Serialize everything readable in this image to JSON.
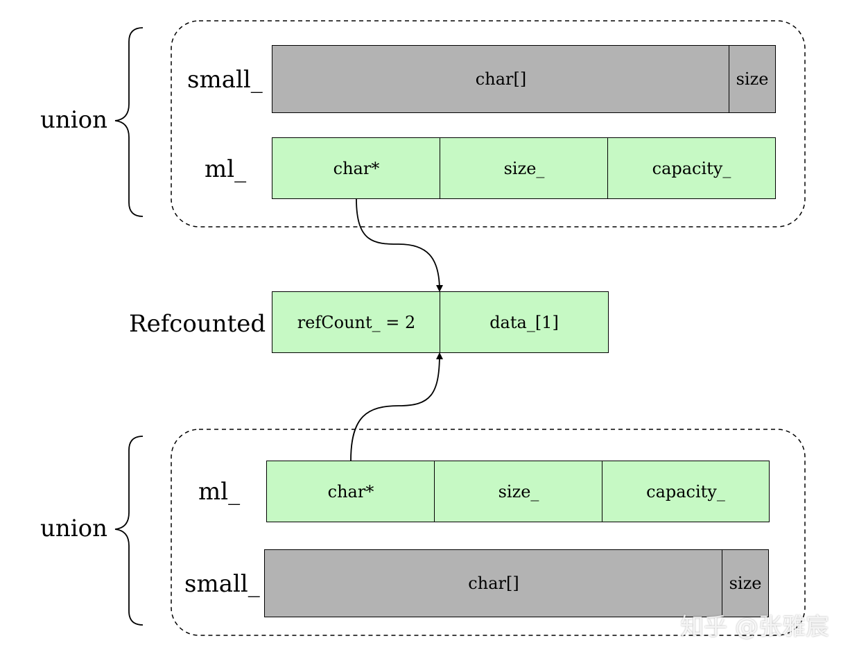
{
  "top": {
    "union_label": "union",
    "small_label": "small_",
    "ml_label": "ml_",
    "small_cells": [
      "char[]",
      "size"
    ],
    "ml_cells": [
      "char*",
      "size_",
      "capacity_"
    ]
  },
  "refcounted": {
    "label": "Refcounted",
    "cells": [
      "refCount_ = 2",
      "data_[1]"
    ]
  },
  "bottom": {
    "union_label": "union",
    "ml_label": "ml_",
    "small_label": "small_",
    "ml_cells": [
      "char*",
      "size_",
      "capacity_"
    ],
    "small_cells": [
      "char[]",
      "size"
    ]
  },
  "watermark": "知乎 @张雅宸"
}
